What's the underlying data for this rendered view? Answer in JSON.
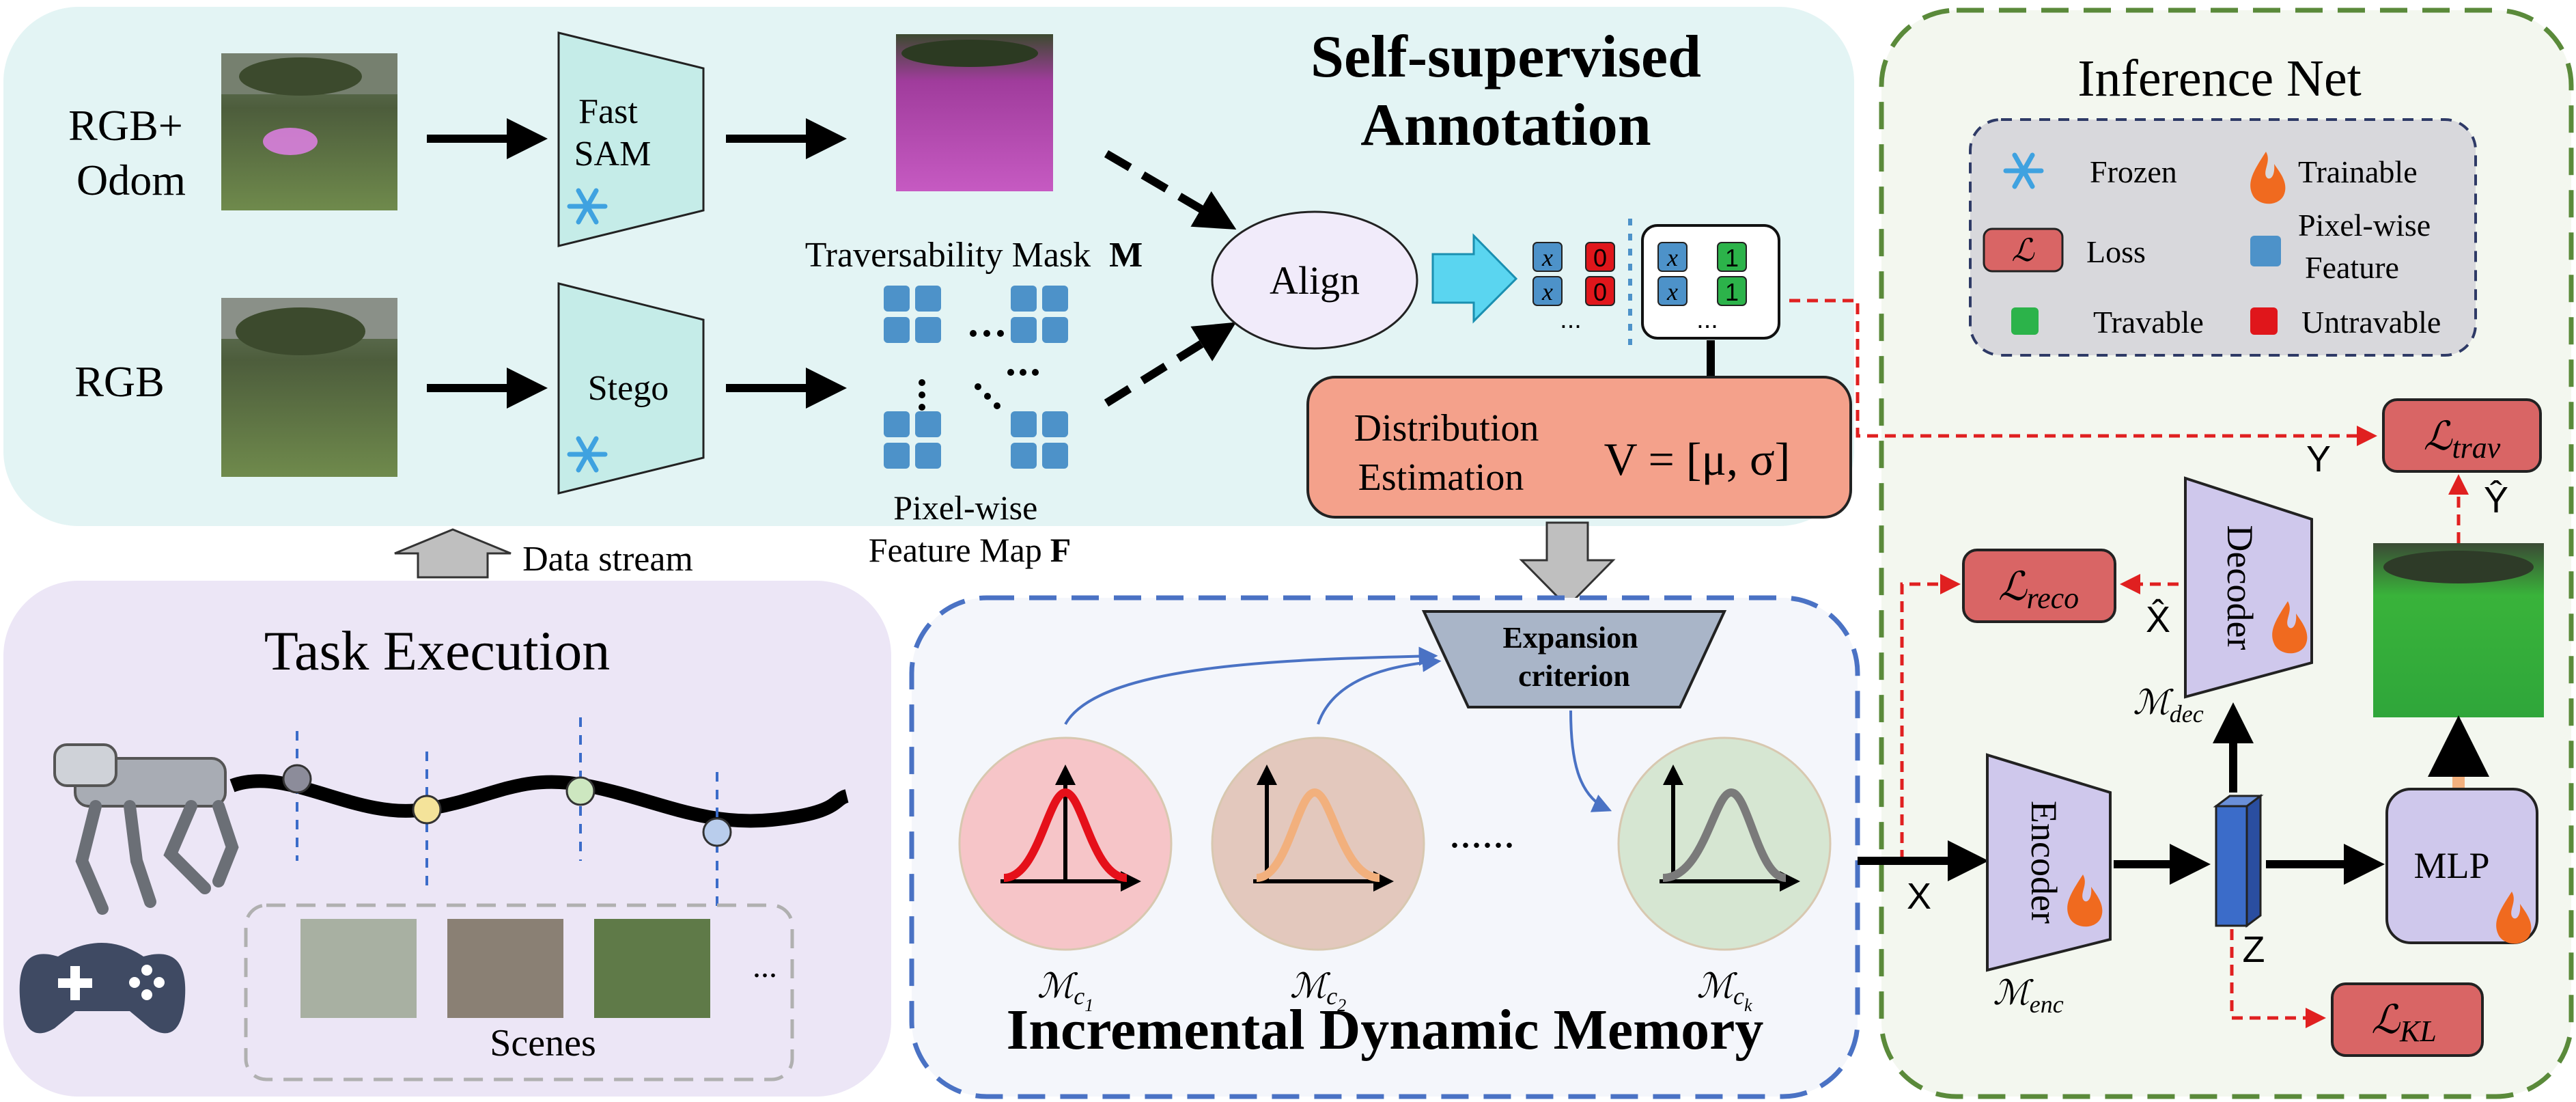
{
  "annotation": {
    "title": "Self-supervised\nAnnotation",
    "rgb_odom_label": "RGB+\nOdom",
    "rgb_label": "RGB",
    "fastsam_label": "Fast\nSAM",
    "stego_label": "Stego",
    "trav_mask_label": "Traversability Mask",
    "trav_mask_symbol": "M",
    "feature_map_label": "Pixel-wise\nFeature Map",
    "feature_map_symbol": "F",
    "align_label": "Align",
    "x_symbol": "x",
    "zero": "0",
    "one": "1",
    "ellipsis": "..."
  },
  "distribution": {
    "label": "Distribution\nEstimation",
    "formula": "V = [μ, σ]"
  },
  "data_stream_label": "Data stream",
  "task": {
    "title": "Task Execution",
    "scenes_label": "Scenes",
    "ellipsis": "..."
  },
  "memory": {
    "title": "Incremental Dynamic Memory",
    "criterion_label": "Expansion\ncriterion",
    "clusters": [
      {
        "label": "ℳ",
        "sub": "c",
        "subsub": "1",
        "fill": "#f6c5c8",
        "curve": "#e5101a"
      },
      {
        "label": "ℳ",
        "sub": "c",
        "subsub": "2",
        "fill": "#e3c8bd",
        "curve": "#f2b07d"
      },
      {
        "label": "ℳ",
        "sub": "c",
        "subsub": "k",
        "fill": "#d6e6d2",
        "curve": "#7a7a7a"
      }
    ],
    "dots": "......"
  },
  "inference": {
    "title": "Inference Net",
    "legend": {
      "frozen": "Frozen",
      "trainable": "Trainable",
      "loss": "Loss",
      "loss_symbol": "ℒ",
      "feature": "Pixel-wise\nFeature",
      "travable": "Travable",
      "untravable": "Untravable"
    },
    "encoder": "Encoder",
    "decoder": "Decoder",
    "mlp": "MLP",
    "m_enc": "ℳ",
    "m_enc_sub": "enc",
    "m_dec": "ℳ",
    "m_dec_sub": "dec",
    "x_label": "X",
    "x_hat": "X̂",
    "y_label": "Y",
    "y_hat": "Ŷ",
    "z_label": "Z",
    "loss_trav": "trav",
    "loss_reco": "reco",
    "loss_kl": "KL"
  },
  "colors": {
    "annotation_bg": "#e3f4f4",
    "task_bg": "#ece6f6",
    "memory_bg": "#f4f6fb",
    "memory_border": "#4a72c4",
    "inference_border": "#5a8a3a",
    "inference_bg": "#f3f7ef",
    "legend_bg": "#d8d8dc",
    "teal_block": "#c5ece8",
    "dist_box": "#f4a18b",
    "loss_box": "#d96565",
    "feature_blue": "#4d92c9",
    "travable_green": "#2cb34a",
    "untravable_red": "#e0161b",
    "trav_dash_red": "#e02020",
    "mlp_fill": "#cfc8ec",
    "enc_fill": "#cfc8ec",
    "z_blue": "#3b6cc9"
  }
}
